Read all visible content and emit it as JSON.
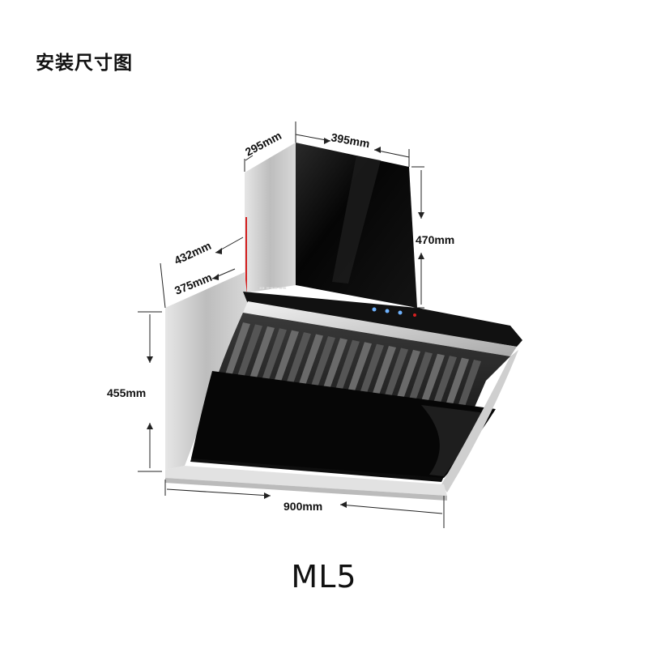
{
  "title": "安装尺寸图",
  "model": "ML5",
  "dimensions": {
    "chimney_depth": "295mm",
    "chimney_width": "395mm",
    "chimney_height": "470mm",
    "depth_outer": "432mm",
    "depth_inner": "375mm",
    "body_height": "455mm",
    "body_width": "900mm"
  },
  "colors": {
    "glass": "#0a0a0a",
    "steel": "#c9c9c9",
    "accent": "#d42020"
  }
}
